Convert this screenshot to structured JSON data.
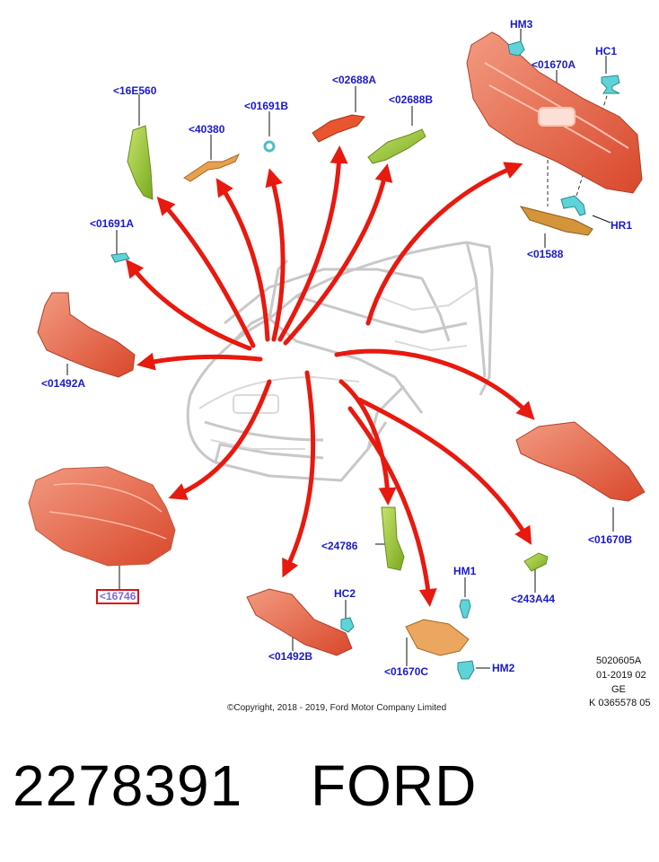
{
  "callouts": [
    {
      "id": "16E560",
      "text": "<16E560"
    },
    {
      "id": "40380",
      "text": "<40380"
    },
    {
      "id": "01691B",
      "text": "<01691B"
    },
    {
      "id": "02688A",
      "text": "<02688A"
    },
    {
      "id": "02688B",
      "text": "<02688B"
    },
    {
      "id": "HM3",
      "text": "HM3"
    },
    {
      "id": "01670A",
      "text": "<01670A"
    },
    {
      "id": "HC1",
      "text": "HC1"
    },
    {
      "id": "HR1",
      "text": "HR1"
    },
    {
      "id": "01588",
      "text": "<01588"
    },
    {
      "id": "01691A",
      "text": "<01691A"
    },
    {
      "id": "01492A",
      "text": "<01492A"
    },
    {
      "id": "16746",
      "text": "<16746",
      "selected": true
    },
    {
      "id": "24786",
      "text": "<24786"
    },
    {
      "id": "01670B",
      "text": "<01670B"
    },
    {
      "id": "243A44",
      "text": "<243A44"
    },
    {
      "id": "HM1",
      "text": "HM1"
    },
    {
      "id": "HC2",
      "text": "HC2"
    },
    {
      "id": "01492B",
      "text": "<01492B"
    },
    {
      "id": "01670C",
      "text": "<01670C"
    },
    {
      "id": "HM2",
      "text": "HM2"
    }
  ],
  "drawing_meta": [
    "5020605A",
    "01-2019 02",
    "GE",
    "K 0365578 05"
  ],
  "copyright": "©Copyright, 2018 - 2019, Ford Motor Company Limited",
  "part_number": "2278391",
  "brand": "FORD",
  "colors": {
    "label": "#1a1acc",
    "arrow": "#e8190f",
    "part_red": "#e8674a",
    "part_green": "#9ccc30",
    "part_cyan": "#5fd4d8",
    "part_orange": "#e8a050"
  }
}
